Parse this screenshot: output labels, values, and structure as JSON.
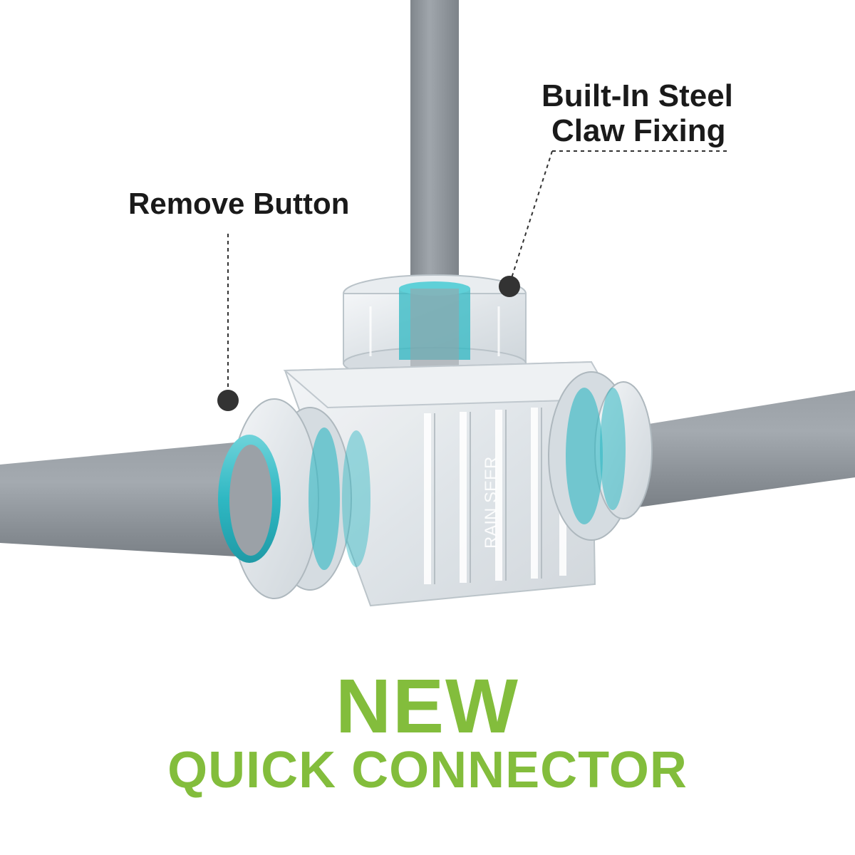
{
  "callouts": {
    "remove_button": "Remove Button",
    "claw_line1": "Built-In Steel",
    "claw_line2": "Claw Fixing"
  },
  "engraving": "RAIN SEER",
  "headline": {
    "line1": "NEW",
    "line2": "QUICK CONNECTOR"
  },
  "colors": {
    "tube": "#8f959b",
    "accent_ring": "#2fb8c3",
    "headline": "#83bd3c",
    "callout_text": "#1a1a1a"
  }
}
